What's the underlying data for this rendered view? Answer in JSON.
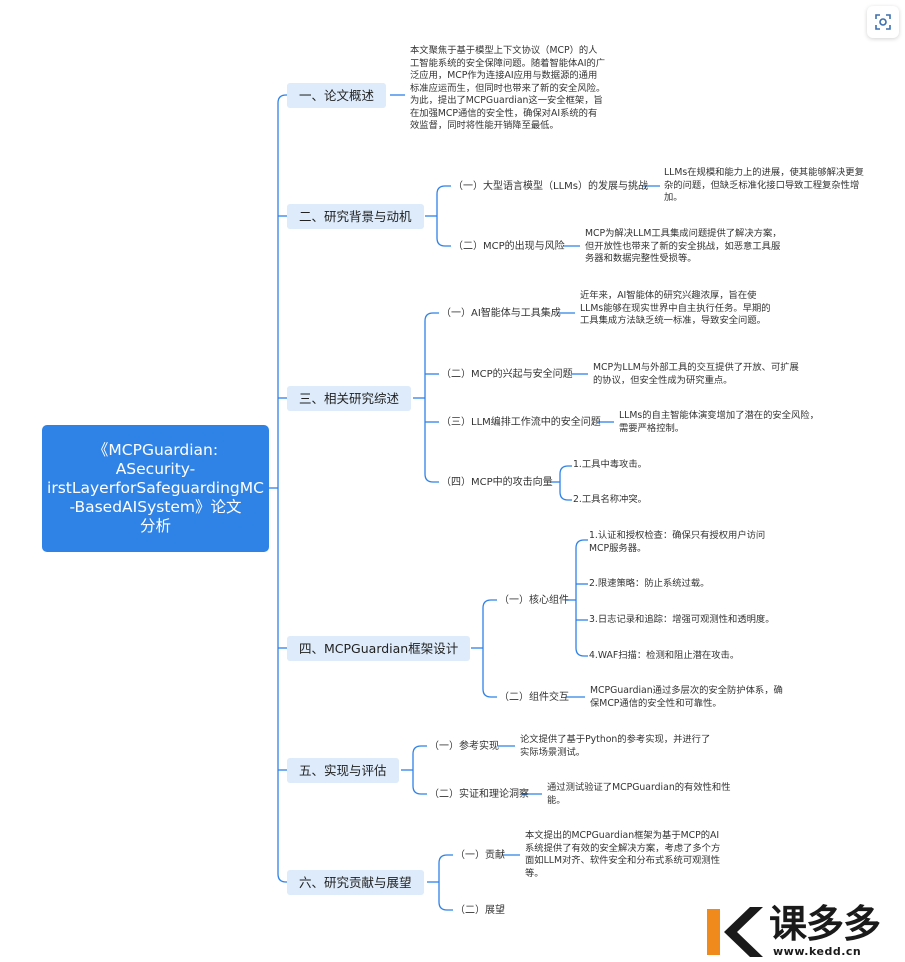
{
  "root": {
    "lines": [
      "《MCPGuardian:",
      "ASecurity-",
      "irstLayerforSafeguardingMC",
      "-BasedAISystem》论文",
      "分析"
    ]
  },
  "sections": [
    {
      "title": "一、论文概述",
      "desc": "本文聚焦于基于模型上下文协议（MCP）的人工智能系统的安全保障问题。随着智能体AI的广泛应用，MCP作为连接AI应用与数据源的通用标准应运而生，但同时也带来了新的安全风险。为此，提出了MCPGuardian这一安全框架，旨在加强MCP通信的安全性，确保对AI系统的有效监督，同时将性能开销降至最低。"
    },
    {
      "title": "二、研究背景与动机",
      "subs": [
        {
          "label": "（一）大型语言模型（LLMs）的发展与挑战",
          "desc": "LLMs在规模和能力上的进展，使其能够解决更复杂的问题，但缺乏标准化接口导致工程复杂性增加。"
        },
        {
          "label": "（二）MCP的出现与风险",
          "desc": "MCP为解决LLM工具集成问题提供了解决方案，但开放性也带来了新的安全挑战，如恶意工具服务器和数据完整性受损等。"
        }
      ]
    },
    {
      "title": "三、相关研究综述",
      "subs": [
        {
          "label": "（一）AI智能体与工具集成",
          "desc": "近年来，AI智能体的研究兴趣浓厚，旨在使LLMs能够在现实世界中自主执行任务。早期的工具集成方法缺乏统一标准，导致安全问题。"
        },
        {
          "label": "（二）MCP的兴起与安全问题",
          "desc": "MCP为LLM与外部工具的交互提供了开放、可扩展的协议，但安全性成为研究重点。"
        },
        {
          "label": "（三）LLM编排工作流中的安全问题",
          "desc": "LLMs的自主智能体演变增加了潜在的安全风险，需要严格控制。"
        },
        {
          "label": "（四）MCP中的攻击向量",
          "items": [
            "1.工具中毒攻击。",
            "2.工具名称冲突。"
          ]
        }
      ]
    },
    {
      "title": "四、MCPGuardian框架设计",
      "subs": [
        {
          "label": "（一）核心组件",
          "items": [
            "1.认证和授权检查：确保只有授权用户访问MCP服务器。",
            "2.限速策略：防止系统过载。",
            "3.日志记录和追踪：增强可观测性和透明度。",
            "4.WAF扫描：检测和阻止潜在攻击。"
          ]
        },
        {
          "label": "（二）组件交互",
          "desc": "MCPGuardian通过多层次的安全防护体系，确保MCP通信的安全性和可靠性。"
        }
      ]
    },
    {
      "title": "五、实现与评估",
      "subs": [
        {
          "label": "（一）参考实现",
          "desc": "论文提供了基于Python的参考实现，并进行了实际场景测试。"
        },
        {
          "label": "（二）实证和理论洞察",
          "desc": "通过测试验证了MCPGuardian的有效性和性能。"
        }
      ]
    },
    {
      "title": "六、研究贡献与展望",
      "subs": [
        {
          "label": "（一）贡献",
          "desc": "本文提出的MCPGuardian框架为基于MCP的AI系统提供了有效的安全解决方案，考虑了多个方面如LLM对齐、软件安全和分布式系统可观测性等。"
        },
        {
          "label": "（二）展望"
        }
      ]
    }
  ],
  "logo": {
    "brand": "课多多",
    "url": "www.kedd.cn"
  },
  "colors": {
    "root_bg": "#2f82e6",
    "section_bg": "#ddebfb",
    "connector": "#2f82e6",
    "logo_orange": "#f08a1c",
    "logo_dark": "#1a1a1a"
  },
  "icons": {
    "scan": "scan-icon",
    "logo": "kedd-logo-icon"
  }
}
